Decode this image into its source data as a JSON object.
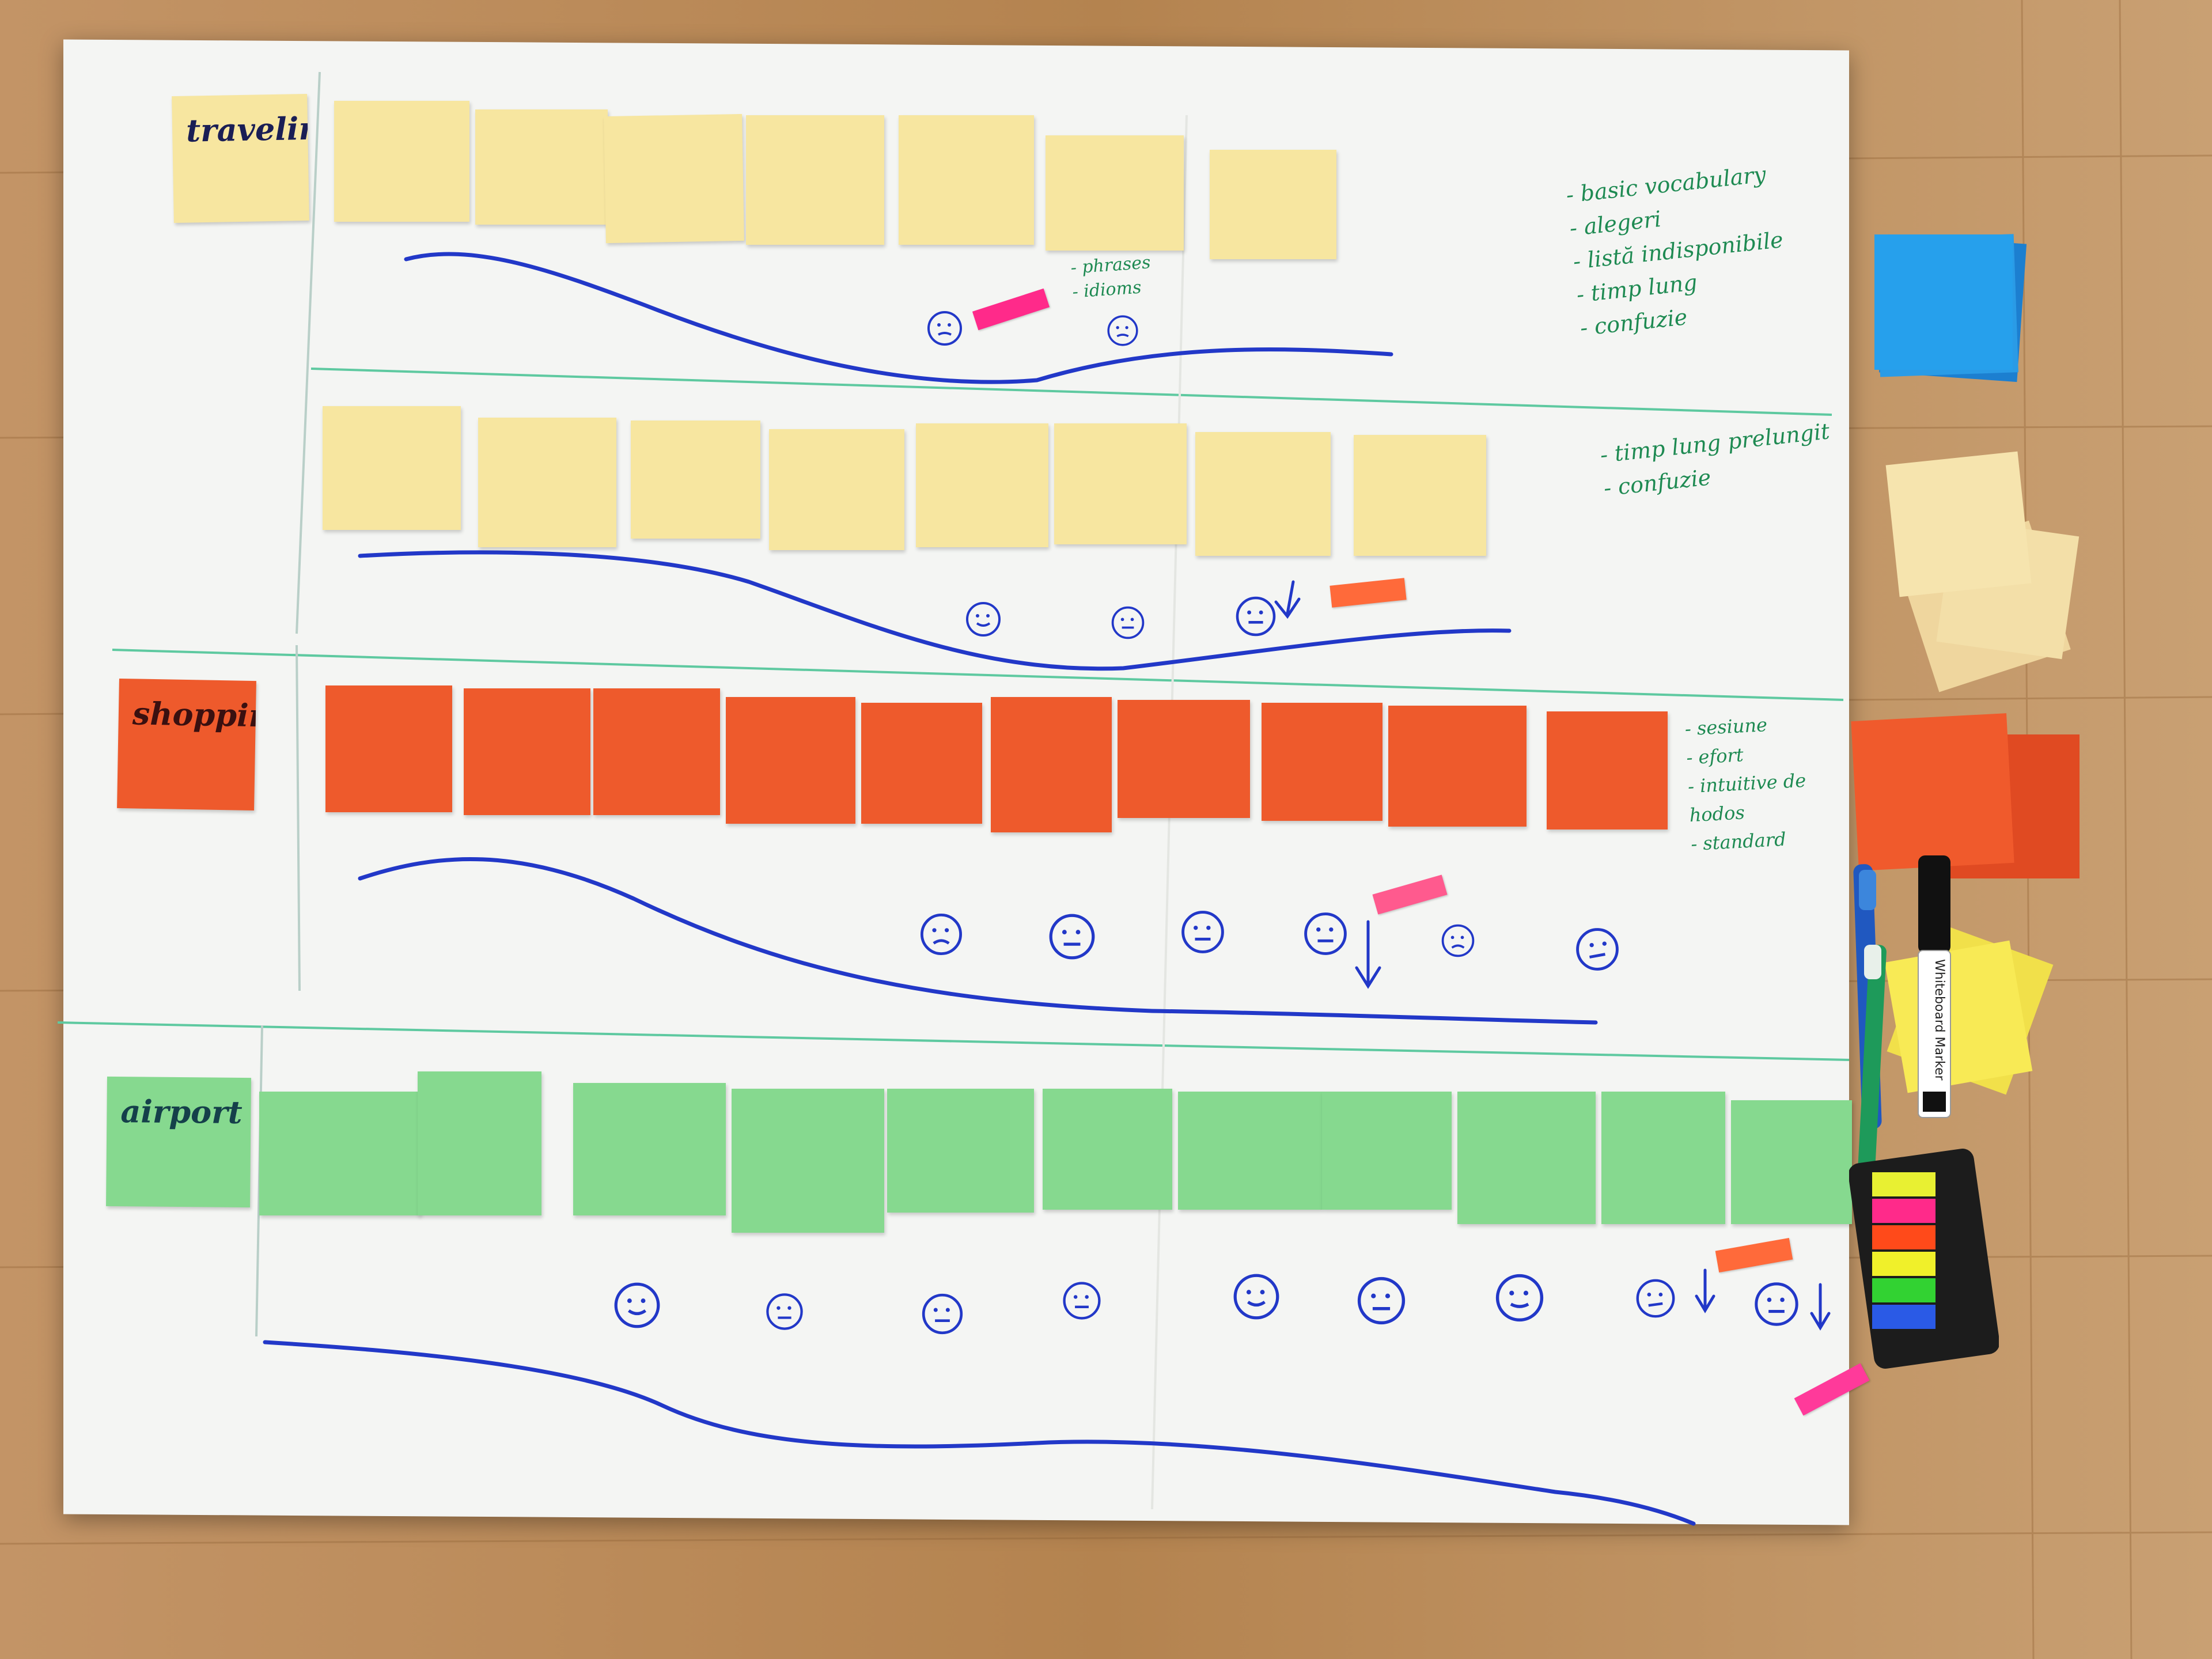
{
  "board": {
    "rows": [
      {
        "label": "traveling",
        "color": "#f7e6a0",
        "notes": [
          "",
          "",
          "",
          "",
          "",
          "",
          "",
          "",
          ""
        ],
        "notes_row2": [
          "",
          "",
          "",
          "",
          "",
          "",
          "",
          "",
          ""
        ],
        "side_notes_1": [
          "- basic vocabulary",
          "- alegeri",
          "- listă indisponibile",
          "- timp lung",
          "- confuzie"
        ],
        "side_notes_2": [
          "- timp lung prelungit",
          "- confuzie"
        ],
        "annotation": "- phrases\n- idioms"
      },
      {
        "label": "shopping",
        "color": "#ee5a2c",
        "notes": [
          "",
          "",
          "",
          "",
          "",
          "",
          "",
          "",
          "",
          "",
          ""
        ],
        "side_notes": [
          "- sesiune",
          "- efort",
          "- intuitive de",
          "  hodos",
          "- standard"
        ]
      },
      {
        "label": "airport",
        "color": "#86d98f",
        "notes": [
          "",
          "",
          "",
          "",
          "",
          "",
          "",
          "",
          "",
          "",
          "",
          ""
        ]
      }
    ]
  },
  "colors": {
    "line_blue": "#2238c8",
    "divider_green": "#5ec9a0",
    "marker_green": "#1e8a52",
    "flag_pink": "#ff2a8a",
    "flag_orange": "#ff5a2a"
  },
  "props": {
    "marker_label": "Whiteboard Marker"
  }
}
